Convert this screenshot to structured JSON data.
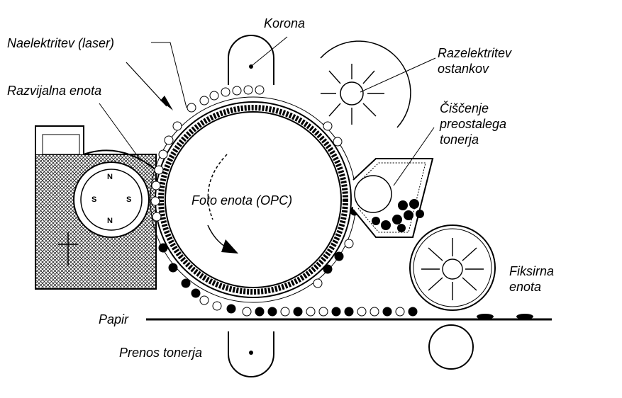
{
  "labels": {
    "korona": "Korona",
    "naelektritev": "Naelektritev (laser)",
    "razelektritev_line1": "Razelektritev",
    "razelektritev_line2": "ostankov",
    "razvijalna": "Razvijalna enota",
    "ciscenje_line1": "Čiščenje",
    "ciscenje_line2": "preostalega",
    "ciscenje_line3": "tonerja",
    "foto": "Foto enota (OPC)",
    "fiksirna_line1": "Fiksirna",
    "fiksirna_line2": "enota",
    "papir": "Papir",
    "prenos": "Prenos tonerja"
  },
  "magnet_poles": {
    "top": "N",
    "left": "S",
    "right": "S",
    "bottom": "N"
  },
  "colors": {
    "ink": "#000000",
    "background": "#ffffff",
    "hatch": "#555555"
  }
}
